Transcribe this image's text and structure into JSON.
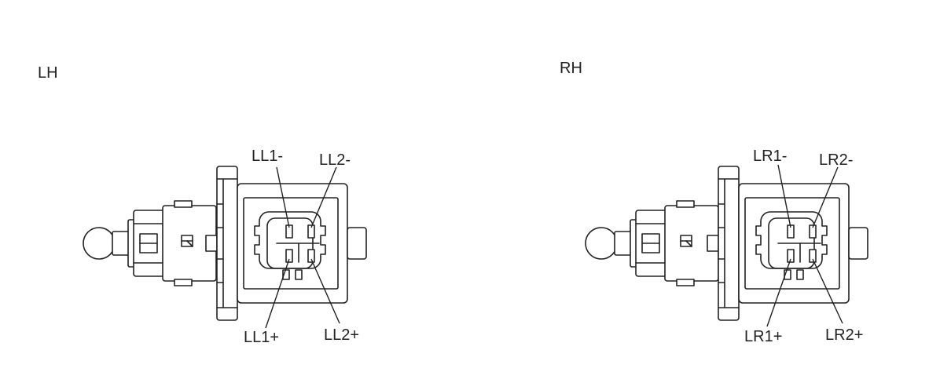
{
  "views": [
    {
      "label": "LH",
      "pins": {
        "top_left": "LL1-",
        "top_right": "LL2-",
        "bottom_left": "LL1+",
        "bottom_right": "LL2+"
      }
    },
    {
      "label": "RH",
      "pins": {
        "top_left": "LR1-",
        "top_right": "LR2-",
        "bottom_left": "LR1+",
        "bottom_right": "LR2+"
      }
    }
  ]
}
